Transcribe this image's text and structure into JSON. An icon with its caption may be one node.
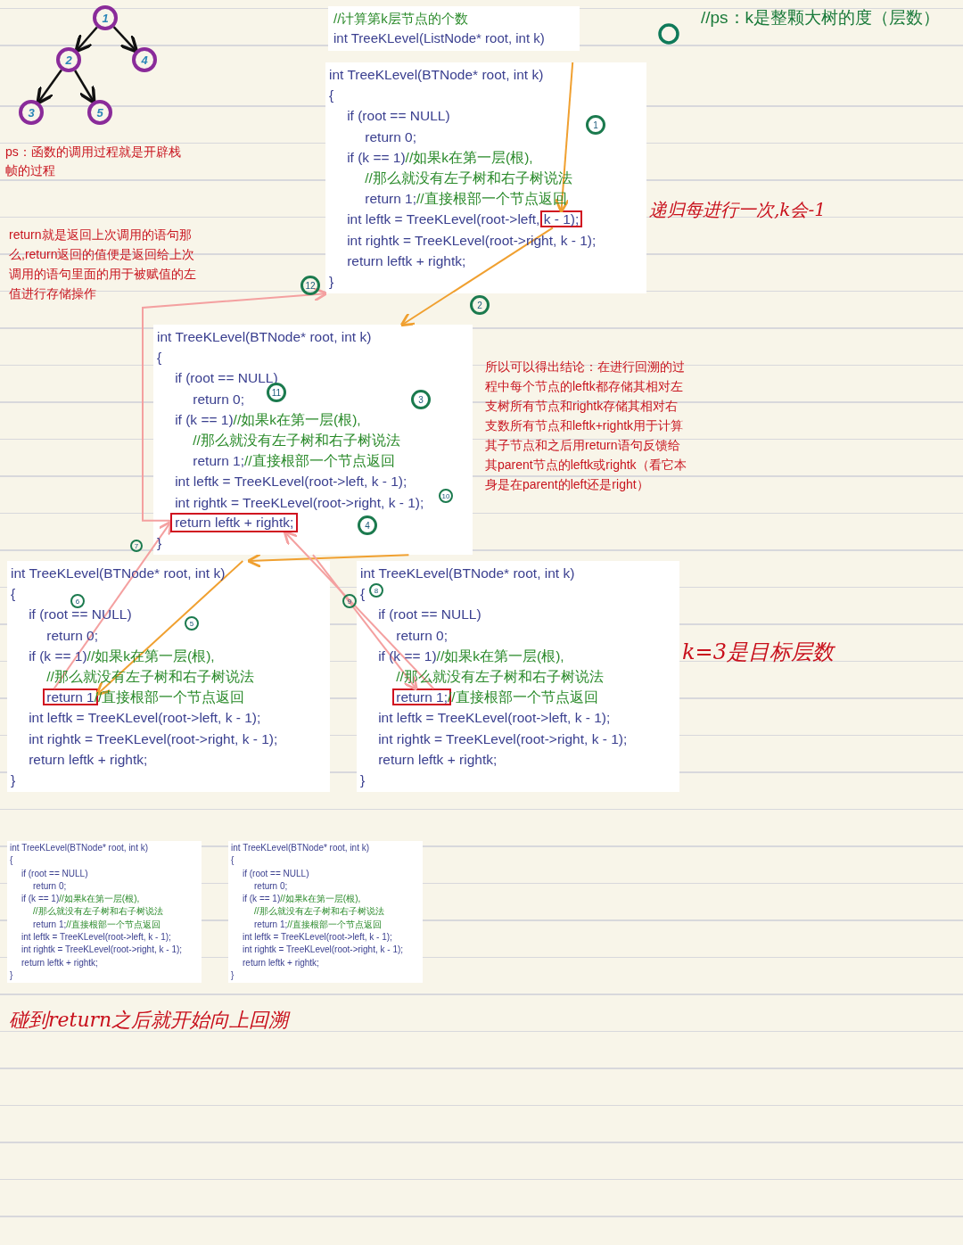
{
  "diagram": {
    "nodes": [
      {
        "text": [
          "1"
        ]
      },
      {
        "text": [
          "2"
        ]
      },
      {
        "text": [
          "4"
        ]
      },
      {
        "text": [
          "3"
        ]
      },
      {
        "text": [
          "5"
        ]
      },
      {
        "text": [
          "//计算第k层节点的个数",
          "int TreeKLevel(ListNode* root, int k)"
        ]
      },
      {
        "text": [
          "int TreeKLevel(BTNode* root, int k)",
          "{",
          "if (root == NULL)",
          "return 0;",
          "if (k == 1)//如果k在第一层(根),",
          "//那么就没有左子树和右子树说法",
          "return 1;//直接根部一个节点返回",
          "int leftk = TreeKLevel(root->left, k - 1);",
          "int rightk = TreeKLevel(root->right, k - 1);",
          "return leftk + rightk;",
          "}"
        ]
      },
      {
        "text": [],
        "shape": "box",
        "in": 6
      },
      {
        "text": [
          "int TreeKLevel(BTNode* root, int k)",
          "{",
          "if (root == NULL)",
          "return 0;",
          "if (k == 1)//如果k在第一层(根),",
          "//那么就没有左子树和右子树说法",
          "return 1;//直接根部一个节点返回",
          "int leftk = TreeKLevel(root->left, k - 1);",
          "int rightk = TreeKLevel(root->right, k - 1);",
          "}"
        ]
      },
      {
        "text": [
          "return leftk + rightk;"
        ],
        "in": 8
      },
      {
        "text": [
          "int TreeKLevel(BTNode* root, int k)",
          "{",
          "if (root == NULL)",
          "return 0;",
          "if (k == 1)//如果k在第一层(根),",
          "//那么就没有左子树和右子树说法",
          "return 1//直接根部一个节点返回",
          "int leftk = TreeKLevel(root->left, k - 1);",
          "int rightk = TreeKLevel(root->right, k - 1);",
          "return leftk + rightk;",
          "}"
        ]
      },
      {
        "text": [],
        "shape": "box",
        "in": 10
      },
      {
        "text": [
          "int TreeKLevel(BTNode* root, int k)",
          "{",
          "if (root == NULL)",
          "return 0;",
          "if (k == 1)//如果k在第一层(根),",
          "//那么就没有左子树和右子树说法",
          "return 1;//直接根部一个节点返回",
          "int leftk = TreeKLevel(root->left, k - 1);",
          "int rightk = TreeKLevel(root->right, k - 1);",
          "return leftk + rightk;",
          "}"
        ]
      },
      {
        "text": [],
        "shape": "box",
        "in": 12
      },
      {
        "text": [
          "int TreeKLevel(BTNode* root, int k)",
          "{",
          "if (root == NULL)",
          "return 0;",
          "if (k == 1)//如果k在第一层(根),",
          "//那么就没有左子树和右子树说法",
          "return 1;//直接根部一个节点返回",
          "int leftk = TreeKLevel(root->left, k - 1);",
          "int rightk = TreeKLevel(root->right, k - 1);",
          "return leftk + rightk;",
          "}"
        ]
      },
      {
        "text": [
          "int TreeKLevel(BTNode* root, int k)",
          "{",
          "if (root == NULL)",
          "return 0;",
          "if (k == 1)//如果k在第一层(根),",
          "//那么就没有左子树和右子树说法",
          "return 1;//直接根部一个节点返回",
          "int leftk = TreeKLevel(root->left, k - 1);",
          "int rightk = TreeKLevel(root->right, k - 1);",
          "return leftk + rightk;",
          "}"
        ]
      }
    ],
    "edges": [
      {
        "from": 0,
        "to": 1,
        "arrow": "to"
      },
      {
        "from": 0,
        "to": 2,
        "arrow": "to"
      },
      {
        "from": 1,
        "to": 3,
        "arrow": "to"
      },
      {
        "from": 1,
        "to": 4,
        "arrow": "to"
      },
      {
        "from": 6,
        "to": 7,
        "arrow": "to",
        "color": "#f0a030"
      },
      {
        "from": 7,
        "to": 8,
        "arrow": "to",
        "color": "#f0a030"
      },
      {
        "from": 8,
        "to": 10,
        "arrow": "to",
        "color": "#f0a030"
      },
      {
        "from": 10,
        "to": 11,
        "arrow": "to",
        "color": "#f0a030"
      },
      {
        "from": 11,
        "to": 9,
        "arrow": "to",
        "color": "#f4a0a0"
      },
      {
        "from": 8,
        "to": 13,
        "arrow": "to",
        "color": "#f4a0a0"
      },
      {
        "from": 13,
        "to": 9,
        "arrow": "to",
        "color": "#f4a0a0"
      },
      {
        "from": 9,
        "to": 6,
        "arrow": "to",
        "color": "#f4a0a0"
      }
    ],
    "labels": [
      "ps：函数的调用过程就是开辟栈帧的过程",
      "//ps：k是整颗大树的度（层数）",
      "1",
      "递归每进行一次,k会-1",
      "return就是返回上次调用的语句那么,return返回的值便是返回给上次调用的语句里面的用于被赋值的左值进行存储操作",
      "12",
      "2",
      "所以可以得出结论：在进行回溯的过程中每个节点的leftk都存储其相对左支树所有节点和rightk存储其相对右支数所有节点和leftk+rightk用于计算其子节点和之后用return语句反馈给其parent节点的leftk或rightk（看它本身是在parent的left还是right）",
      "11",
      "3",
      "10",
      "4",
      "7",
      "6",
      "5",
      "8",
      "9",
      "k=3是目标层数",
      "碰到return之后就开始向上回溯"
    ]
  }
}
